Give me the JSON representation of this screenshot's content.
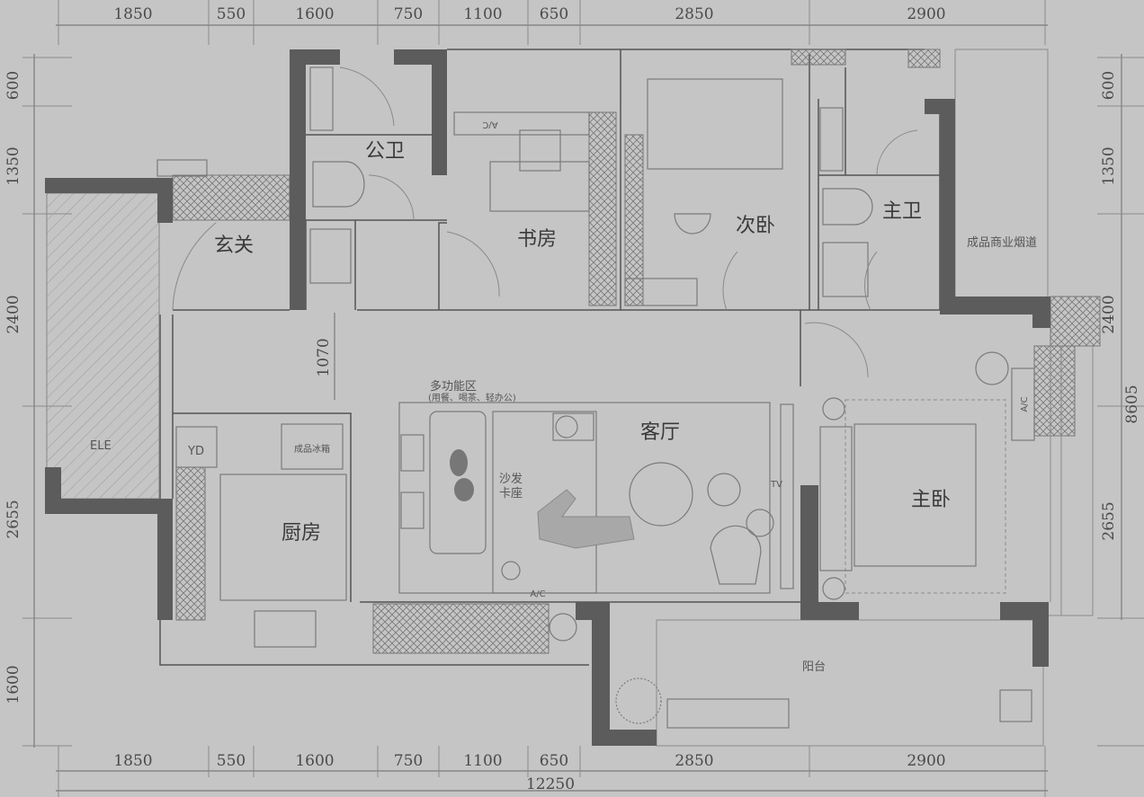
{
  "dimensions": {
    "top": [
      "1850",
      "550",
      "1600",
      "750",
      "1100",
      "650",
      "2850",
      "2900"
    ],
    "bottom": [
      "1850",
      "550",
      "1600",
      "750",
      "1100",
      "650",
      "2850",
      "2900"
    ],
    "bottom_total": "12250",
    "left": [
      "600",
      "1350",
      "2400",
      "2655",
      "1600"
    ],
    "right": [
      "600",
      "1350",
      "2400",
      "2655"
    ],
    "right_total": "8605",
    "corridor_width": "1070"
  },
  "rooms": {
    "entry": "玄关",
    "public_bath": "公卫",
    "study": "书房",
    "second_bedroom": "次卧",
    "master_bath": "主卫",
    "flue": "成品商业烟道",
    "multi_zone": "多功能区",
    "multi_zone_note": "(用餐、喝茶、轻办公)",
    "living": "客厅",
    "sofa_line1": "沙发",
    "sofa_line2": "卡座",
    "kitchen": "厨房",
    "fridge": "成品冰箱",
    "master_bedroom": "主卧",
    "balcony": "阳台"
  },
  "labels": {
    "ac_study": "A/C",
    "ac_living": "A/C",
    "ac_master": "A/C",
    "tv": "TV",
    "elevator": "ELE",
    "yd": "YD"
  },
  "colors": {
    "background": "#c5c5c5",
    "wall": "#5c5c5c",
    "line": "#7a7a7a"
  }
}
